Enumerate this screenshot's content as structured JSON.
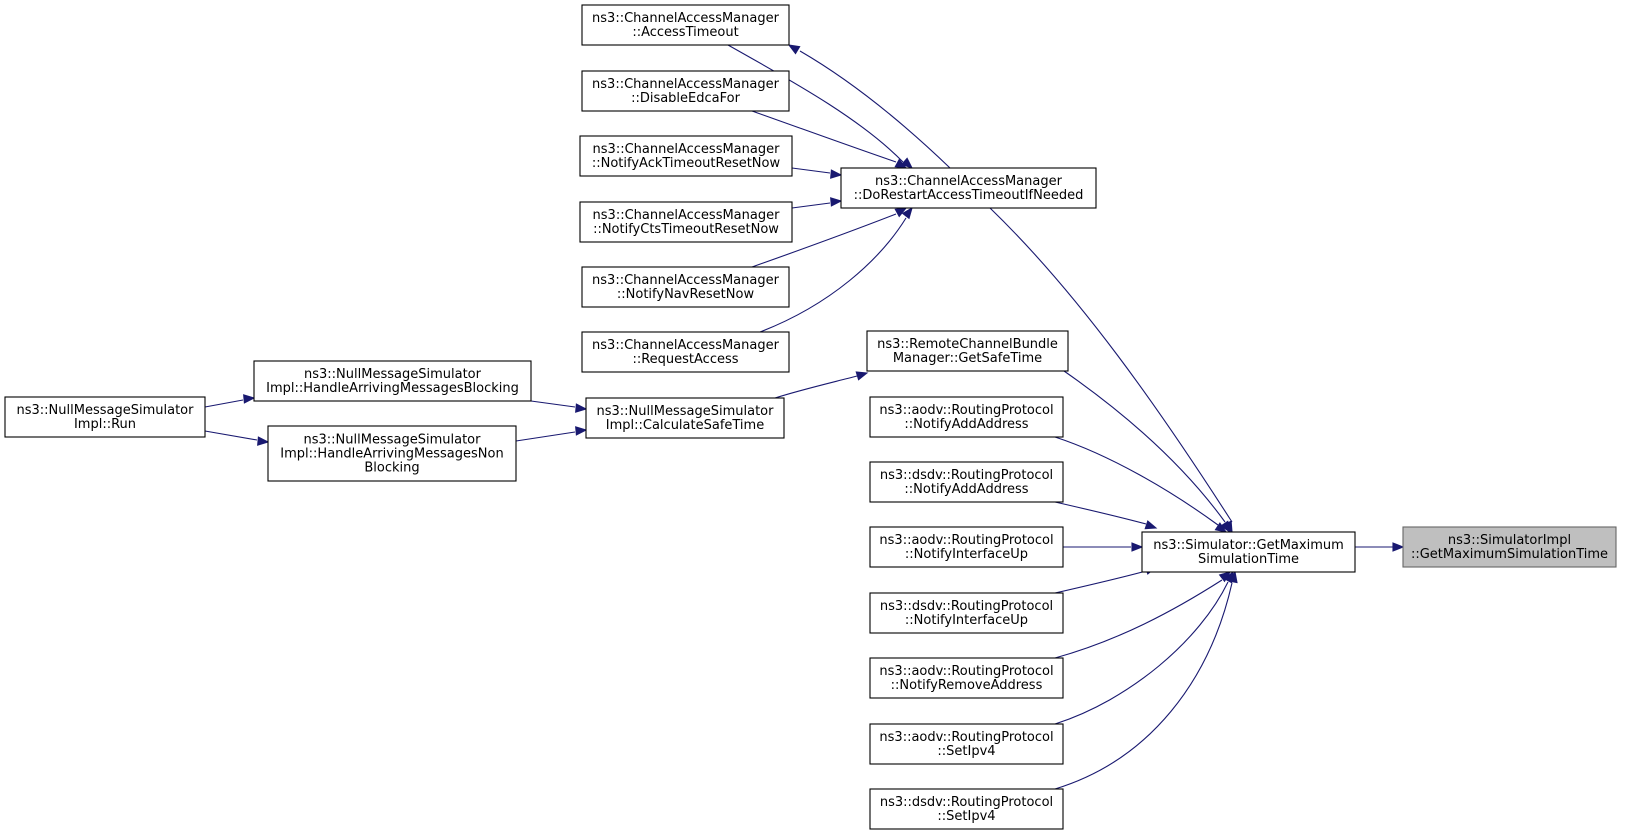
{
  "nodes": [
    {
      "id": "n1",
      "lines": [
        "ns3::SimulatorImpl",
        "::GetMaximumSimulationTime"
      ],
      "highlighted": true
    },
    {
      "id": "n2",
      "lines": [
        "ns3::Simulator::GetMaximum",
        "SimulationTime"
      ]
    },
    {
      "id": "n3",
      "lines": [
        "ns3::ChannelAccessManager",
        "::DoRestartAccessTimeoutIfNeeded"
      ]
    },
    {
      "id": "n4",
      "lines": [
        "ns3::ChannelAccessManager",
        "::AccessTimeout"
      ]
    },
    {
      "id": "n5",
      "lines": [
        "ns3::ChannelAccessManager",
        "::DisableEdcaFor"
      ]
    },
    {
      "id": "n6",
      "lines": [
        "ns3::ChannelAccessManager",
        "::NotifyAckTimeoutResetNow"
      ]
    },
    {
      "id": "n7",
      "lines": [
        "ns3::ChannelAccessManager",
        "::NotifyCtsTimeoutResetNow"
      ]
    },
    {
      "id": "n8",
      "lines": [
        "ns3::ChannelAccessManager",
        "::NotifyNavResetNow"
      ]
    },
    {
      "id": "n9",
      "lines": [
        "ns3::ChannelAccessManager",
        "::RequestAccess"
      ]
    },
    {
      "id": "n10",
      "lines": [
        "ns3::RemoteChannelBundle",
        "Manager::GetSafeTime"
      ]
    },
    {
      "id": "n11",
      "lines": [
        "ns3::NullMessageSimulator",
        "Impl::CalculateSafeTime"
      ]
    },
    {
      "id": "n12",
      "lines": [
        "ns3::NullMessageSimulator",
        "Impl::HandleArrivingMessagesBlocking"
      ]
    },
    {
      "id": "n13",
      "lines": [
        "ns3::NullMessageSimulator",
        "Impl::HandleArrivingMessagesNon",
        "Blocking"
      ]
    },
    {
      "id": "n14",
      "lines": [
        "ns3::NullMessageSimulator",
        "Impl::Run"
      ]
    },
    {
      "id": "n15",
      "lines": [
        "ns3::aodv::RoutingProtocol",
        "::NotifyAddAddress"
      ]
    },
    {
      "id": "n16",
      "lines": [
        "ns3::dsdv::RoutingProtocol",
        "::NotifyAddAddress"
      ]
    },
    {
      "id": "n17",
      "lines": [
        "ns3::aodv::RoutingProtocol",
        "::NotifyInterfaceUp"
      ]
    },
    {
      "id": "n18",
      "lines": [
        "ns3::dsdv::RoutingProtocol",
        "::NotifyInterfaceUp"
      ]
    },
    {
      "id": "n19",
      "lines": [
        "ns3::aodv::RoutingProtocol",
        "::NotifyRemoveAddress"
      ]
    },
    {
      "id": "n20",
      "lines": [
        "ns3::aodv::RoutingProtocol",
        "::SetIpv4"
      ]
    },
    {
      "id": "n21",
      "lines": [
        "ns3::dsdv::RoutingProtocol",
        "::SetIpv4"
      ]
    }
  ],
  "edges": [
    {
      "from": "n2",
      "to": "n1"
    },
    {
      "from": "n3",
      "to": "n2"
    },
    {
      "from": "n3",
      "to": "n4"
    },
    {
      "from": "n4",
      "to": "n3"
    },
    {
      "from": "n5",
      "to": "n3"
    },
    {
      "from": "n6",
      "to": "n3"
    },
    {
      "from": "n7",
      "to": "n3"
    },
    {
      "from": "n8",
      "to": "n3"
    },
    {
      "from": "n9",
      "to": "n3"
    },
    {
      "from": "n10",
      "to": "n2"
    },
    {
      "from": "n11",
      "to": "n10"
    },
    {
      "from": "n12",
      "to": "n11"
    },
    {
      "from": "n13",
      "to": "n11"
    },
    {
      "from": "n14",
      "to": "n12"
    },
    {
      "from": "n14",
      "to": "n13"
    },
    {
      "from": "n15",
      "to": "n2"
    },
    {
      "from": "n16",
      "to": "n2"
    },
    {
      "from": "n17",
      "to": "n2"
    },
    {
      "from": "n18",
      "to": "n2"
    },
    {
      "from": "n19",
      "to": "n2"
    },
    {
      "from": "n20",
      "to": "n2"
    },
    {
      "from": "n21",
      "to": "n2"
    }
  ],
  "colors": {
    "edge": "#191970",
    "node_border": "#000000",
    "node_fill": "#ffffff",
    "highlight_fill": "#bfbfbf",
    "highlight_border": "#666666"
  }
}
